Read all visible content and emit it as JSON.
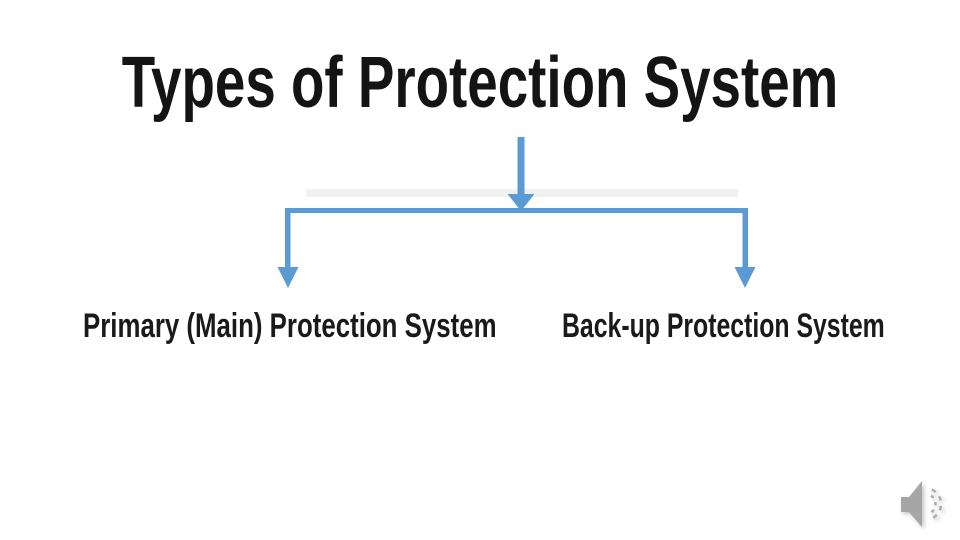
{
  "slide": {
    "title": "Types of Protection System",
    "branches": [
      {
        "label": "Primary (Main) Protection System"
      },
      {
        "label": "Back-up Protection System"
      }
    ],
    "icons": {
      "audio": "speaker-icon"
    },
    "colors": {
      "background": "#ffffff",
      "title_text": "#141414",
      "label_text": "#1a1a1a",
      "connector_blue": "#5b9bd5",
      "faint_band": "#f1f1f1",
      "speaker_gray": "#a6a6a6",
      "speaker_wave_gray": "#aeaeae"
    }
  }
}
